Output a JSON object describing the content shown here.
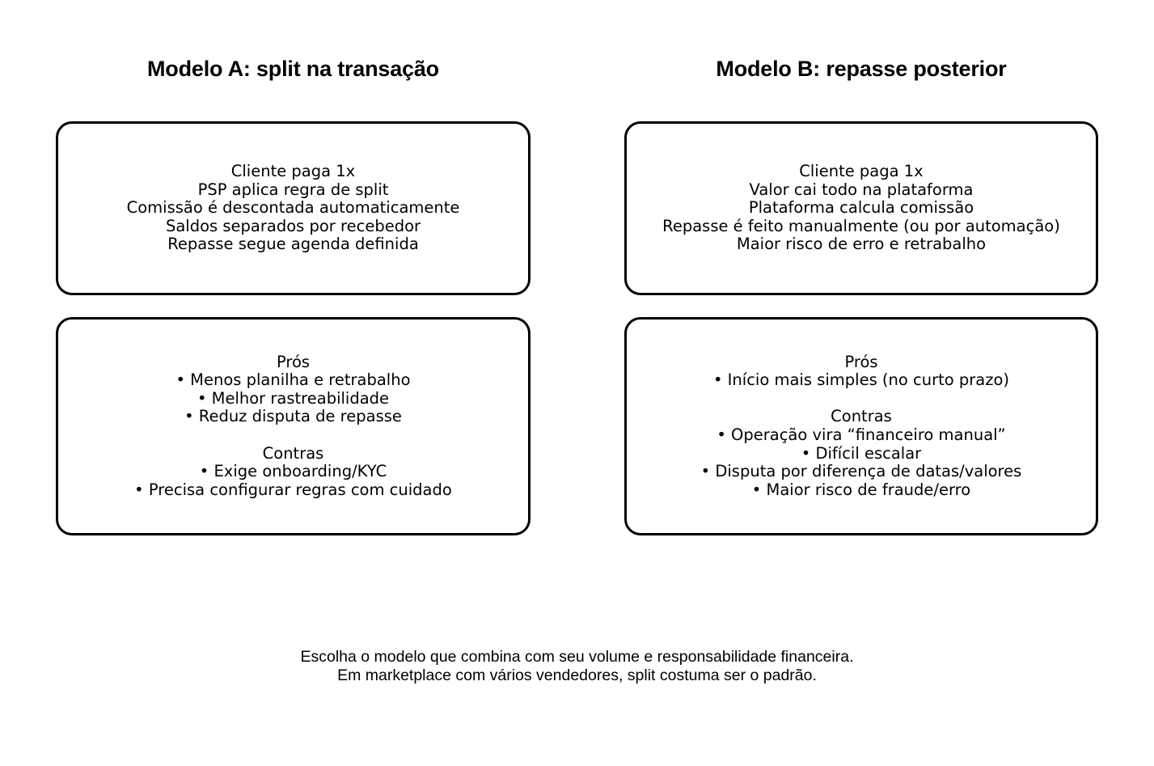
{
  "columns": [
    {
      "title": "Modelo A: split na transação",
      "flow_card": {
        "lines": [
          "Cliente paga 1x",
          "PSP aplica regra de split",
          "Comissão é descontada automaticamente",
          "Saldos separados por recebedor",
          "Repasse segue agenda definida"
        ]
      },
      "proscons_card": {
        "lines": [
          "Prós",
          "• Menos planilha e retrabalho",
          "• Melhor rastreabilidade",
          "• Reduz disputa de repasse",
          "",
          "Contras",
          "• Exige onboarding/KYC",
          "• Precisa configurar regras com cuidado"
        ]
      }
    },
    {
      "title": "Modelo B: repasse posterior",
      "flow_card": {
        "lines": [
          "Cliente paga 1x",
          "Valor cai todo na plataforma",
          "Plataforma calcula comissão",
          "Repasse é feito manualmente (ou por automação)",
          "Maior risco de erro e retrabalho"
        ]
      },
      "proscons_card": {
        "lines": [
          "Prós",
          "• Início mais simples (no curto prazo)",
          "",
          "Contras",
          "• Operação vira “financeiro manual”",
          "• Difícil escalar",
          "• Disputa por diferença de datas/valores",
          "• Maior risco de fraude/erro"
        ]
      }
    }
  ],
  "footer": {
    "lines": [
      "Escolha o modelo que combina com seu volume e responsabilidade financeira.",
      "Em marketplace com vários vendedores, split costuma ser o padrão."
    ]
  },
  "colors": {
    "background": "#ffffff",
    "border": "#000000",
    "text": "#000000"
  }
}
